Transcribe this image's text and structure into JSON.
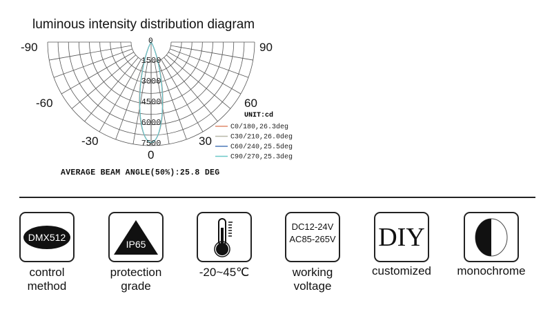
{
  "diagram": {
    "title": "luminous intensity distribution diagram",
    "angle_labels": {
      "left90": "-90",
      "right90": "90",
      "left60": "-60",
      "right60": "60",
      "left30": "-30",
      "right30": "30",
      "top0": "0",
      "bottom0": "0"
    },
    "intensity_ticks": [
      "1500",
      "3000",
      "4500",
      "6000",
      "7500"
    ],
    "unit": "UNIT:cd",
    "max_intensity": 7500,
    "series": [
      {
        "label": "C0/180,26.3deg",
        "color": "#e08a6a",
        "beam_deg": 26.3
      },
      {
        "label": "C30/210,26.0deg",
        "color": "#b8b8a8",
        "beam_deg": 26.0
      },
      {
        "label": "C60/240,25.5deg",
        "color": "#4a78b8",
        "beam_deg": 25.5
      },
      {
        "label": "C90/270,25.3deg",
        "color": "#6ac8c8",
        "beam_deg": 25.3
      }
    ],
    "average": "AVERAGE BEAM ANGLE(50%):25.8 DEG"
  },
  "features": [
    {
      "icon": "DMX512",
      "label1": "control",
      "label2": "method"
    },
    {
      "icon": "IP65",
      "label1": "protection",
      "label2": "grade"
    },
    {
      "icon": "thermometer",
      "label1": "-20~45℃",
      "label2": ""
    },
    {
      "icon_line1": "DC12-24V",
      "icon_line2": "AC85-265V",
      "label1": "working",
      "label2": "voltage"
    },
    {
      "icon": "DIY",
      "label1": "customized",
      "label2": ""
    },
    {
      "icon": "half-circle",
      "label1": "monochrome",
      "label2": ""
    }
  ]
}
